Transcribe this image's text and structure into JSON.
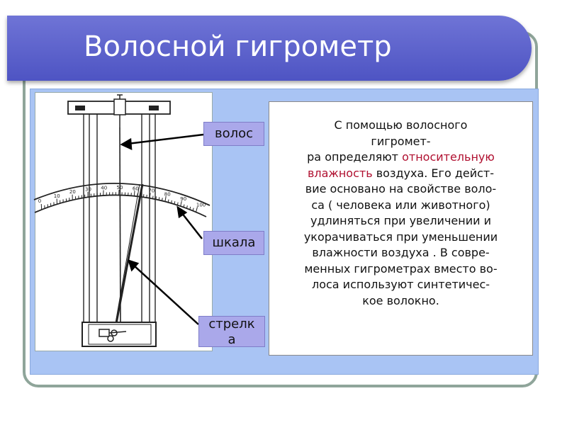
{
  "title": "Волосной гигрометр",
  "labels": {
    "hair": "волос",
    "scale": "шкала",
    "pointer_line1": "стрелк",
    "pointer_line2": "а"
  },
  "description": {
    "line1": "С помощью волосного",
    "line2": "гигромет-",
    "line3_pre": "ра определяют ",
    "line3_hl": "относительную",
    "line4_hl": "влажность",
    "line4_post": " воздуха. Его дейст-",
    "line5": "вие основано на свойстве воло-",
    "line6": "са ( человека или животного)",
    "line7": "удлиняться при увеличении и",
    "line8": "укорачиваться при уменьшении",
    "line9": "влажности воздуха . В совре-",
    "line10": "менных гигрометрах вместо во-",
    "line11": "лоса используют синтетичес-",
    "line12": "кое волокно."
  },
  "scale_ticks": [
    "0",
    "10",
    "20",
    "30",
    "40",
    "50",
    "60",
    "70",
    "80",
    "90",
    "100"
  ],
  "colors": {
    "banner": "#5a5fcb",
    "panel": "#a9c4f4",
    "label_bg": "#aaa8ea",
    "highlight": "#b01030"
  }
}
